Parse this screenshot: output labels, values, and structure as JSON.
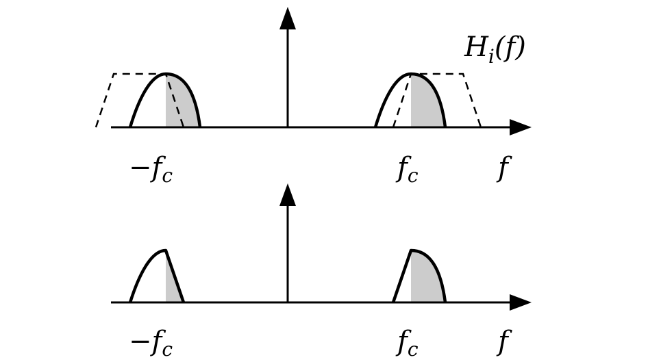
{
  "diagram": {
    "filter_label": {
      "main": "H",
      "sub": "i",
      "arg": "(f)"
    },
    "top_panel": {
      "neg_label": {
        "sign": "−",
        "main": "f",
        "sub": "c"
      },
      "pos_label": {
        "main": "f",
        "sub": "c"
      },
      "axis_label": "f"
    },
    "bottom_panel": {
      "neg_label": {
        "sign": "−",
        "main": "f",
        "sub": "c"
      },
      "pos_label": {
        "main": "f",
        "sub": "c"
      },
      "axis_label": "f"
    },
    "colors": {
      "stroke": "#000000",
      "shade": "#cccccc",
      "background": "#ffffff"
    }
  }
}
